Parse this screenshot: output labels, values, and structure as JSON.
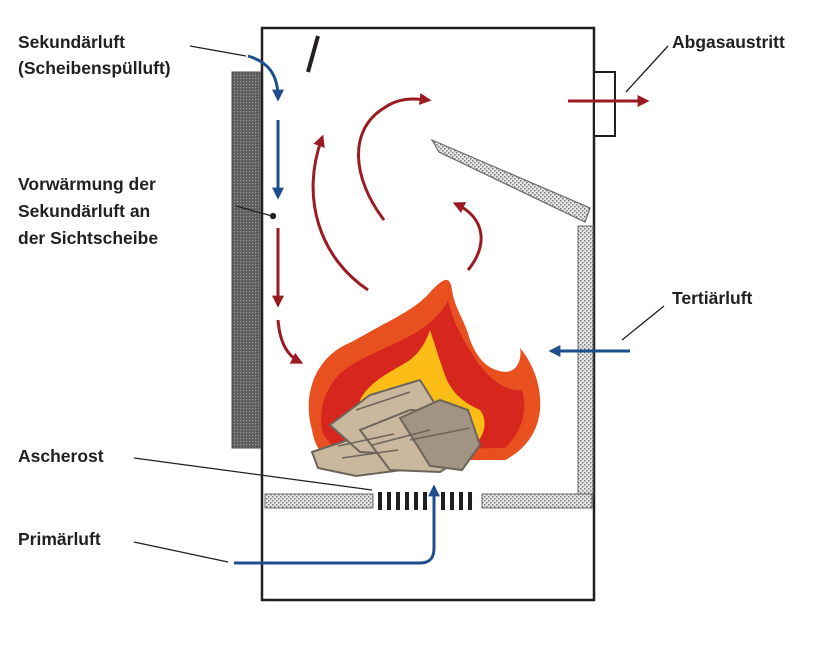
{
  "labels": {
    "sekundaerluft": "Sekundärluft",
    "scheibenspuelluft": "(Scheibenspülluft)",
    "vorwaermung_1": "Vorwärmung der",
    "vorwaermung_2": "Sekundärluft an",
    "vorwaermung_3": "der Sichtscheibe",
    "ascherost": "Ascherost",
    "primaerluft": "Primärluft",
    "abgasaustritt": "Abgasaustritt",
    "tertiaerluft": "Tertiärluft"
  },
  "colors": {
    "air_blue": "#1d4f8c",
    "hot_red": "#9b1b22",
    "flame_orange": "#e8501f",
    "flame_red": "#d7261e",
    "flame_yellow": "#fcbd16",
    "wood": "#c9b89d",
    "wood_dark": "#6d645b",
    "glass_pane": "#7f7f7f",
    "insulation": "#d3d3d3",
    "leader_line": "#231f20"
  }
}
